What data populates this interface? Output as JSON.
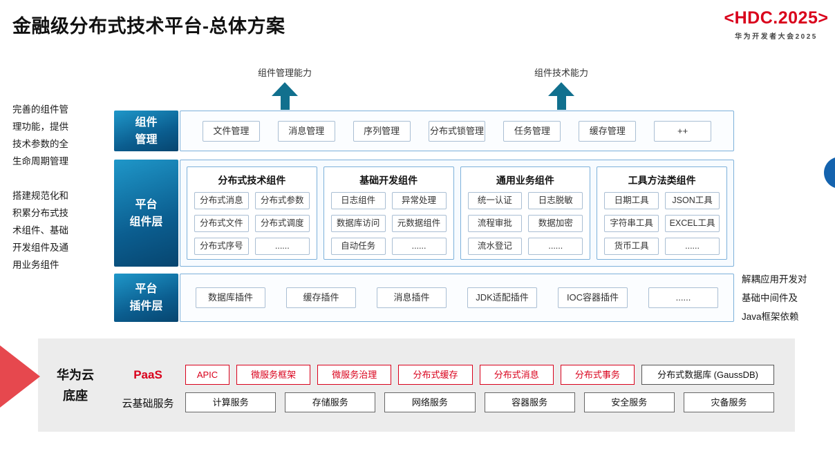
{
  "header": {
    "title": "金融级分布式技术平台-总体方案",
    "logo_main": "<HDC.2025>",
    "logo_sub": "华为开发者大会2025"
  },
  "notes": {
    "left_top": "完善的组件管\n理功能，提供\n技术参数的全\n生命周期管理",
    "left_mid": "搭建规范化和\n积累分布式技\n术组件、基础\n开发组件及通\n用业务组件",
    "right": "解耦应用开发对\n基础中间件及\nJava框架依赖"
  },
  "capabilities": [
    {
      "label": "组件管理能力"
    },
    {
      "label": "组件技术能力"
    }
  ],
  "row1": {
    "label": "组件\n管理",
    "items": [
      "文件管理",
      "消息管理",
      "序列管理",
      "分布式锁管理",
      "任务管理",
      "缓存管理",
      "++"
    ]
  },
  "row2": {
    "label": "平台\n组件层",
    "groups": [
      {
        "title": "分布式技术组件",
        "items": [
          "分布式消息",
          "分布式参数",
          "分布式文件",
          "分布式调度",
          "分布式序号",
          "......"
        ]
      },
      {
        "title": "基础开发组件",
        "items": [
          "日志组件",
          "异常处理",
          "数据库访问",
          "元数据组件",
          "自动任务",
          "......"
        ]
      },
      {
        "title": "通用业务组件",
        "items": [
          "统一认证",
          "日志脱敏",
          "流程审批",
          "数据加密",
          "流水登记",
          "......"
        ]
      },
      {
        "title": "工具方法类组件",
        "items": [
          "日期工具",
          "JSON工具",
          "字符串工具",
          "EXCEL工具",
          "货币工具",
          "......"
        ]
      }
    ]
  },
  "row3": {
    "label": "平台\n插件层",
    "items": [
      "数据库插件",
      "缓存插件",
      "消息插件",
      "JDK适配插件",
      "IOC容器插件",
      "......"
    ]
  },
  "base": {
    "title": "华为云\n底座",
    "paas_label": "PaaS",
    "paas_items": [
      "APIC",
      "微服务框架",
      "微服务治理",
      "分布式缓存",
      "分布式消息",
      "分布式事务"
    ],
    "paas_db": "分布式数据库 (GaussDB)",
    "iaas_label": "云基础服务",
    "iaas_items": [
      "计算服务",
      "存储服务",
      "网络服务",
      "容器服务",
      "安全服务",
      "灾备服务"
    ]
  },
  "colors": {
    "accent_red": "#d9001b",
    "label_blue_dark": "#07456f",
    "label_blue_light": "#1f97c9",
    "arrow_teal": "#11708e",
    "border_blue": "#7cb0da",
    "band_gray": "#ececec"
  }
}
